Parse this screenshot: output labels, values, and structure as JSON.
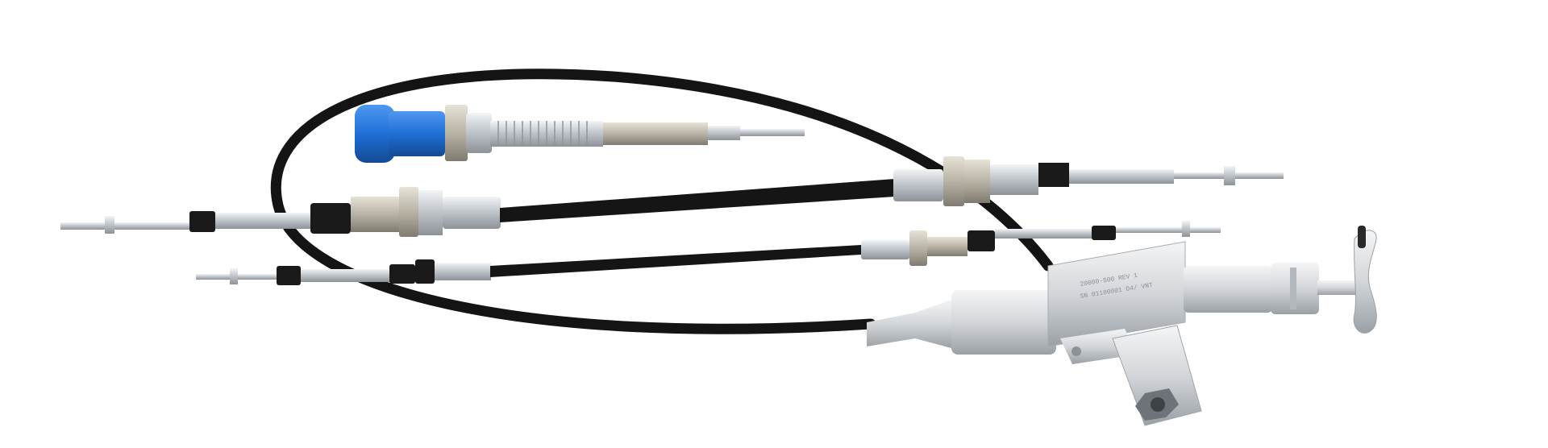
{
  "scene": {
    "subject": "push-pull control cables",
    "background_color": "#ffffff",
    "cable_color": "#151515",
    "metal_color": "#c8ccd0",
    "accent_color": "#1f6fd6"
  },
  "engraving": {
    "line1": "20000-500 REV 1",
    "line2": "SN 01100001 D4/ VNT"
  }
}
